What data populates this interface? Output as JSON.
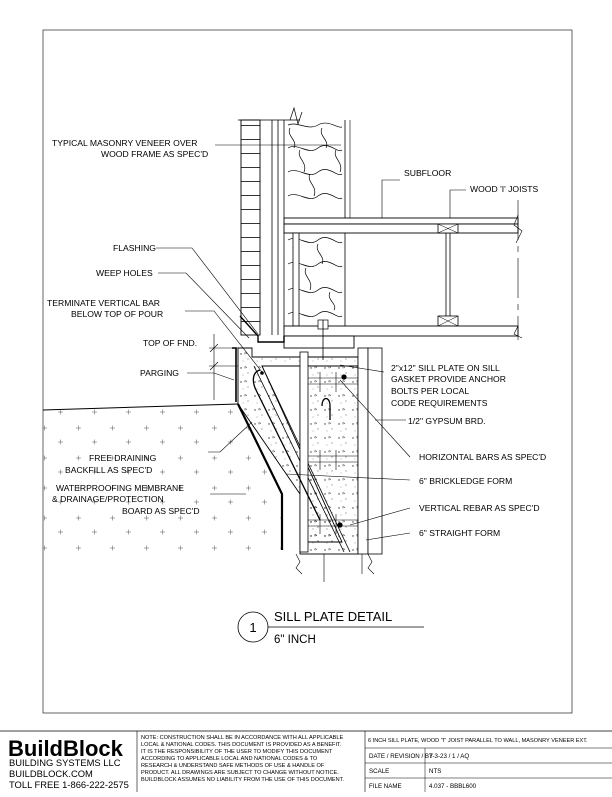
{
  "labels": {
    "masonry_veneer": [
      "TYPICAL MASONRY VENEER OVER",
      "WOOD FRAME AS SPEC'D"
    ],
    "subfloor": "SUBFLOOR",
    "wood_i_joists": "WOOD 'I' JOISTS",
    "flashing": "FLASHING",
    "weep_holes": "WEEP HOLES",
    "terminate_vertical_bar": [
      "TERMINATE VERTICAL BAR",
      "BELOW TOP OF POUR"
    ],
    "top_of_fnd": "TOP OF FND.",
    "parging": "PARGING",
    "sill_plate": [
      "2\"x12\" SILL PLATE ON SILL",
      "GASKET PROVIDE ANCHOR",
      "BOLTS PER LOCAL",
      "CODE REQUIREMENTS"
    ],
    "gypsum": "1/2\" GYPSUM BRD.",
    "free_draining": [
      "FREE DRAINING",
      "BACKFILL AS SPEC'D"
    ],
    "horizontal_bars": "HORIZONTAL BARS AS SPEC'D",
    "brickledge_form": "6\" BRICKLEDGE FORM",
    "waterproofing": [
      "WATERPROOFING MEMBRANE",
      "& DRAINAGE/PROTECTION",
      "BOARD AS SPEC'D"
    ],
    "vertical_rebar": "VERTICAL REBAR AS SPEC'D",
    "straight_form": "6\" STRAIGHT FORM"
  },
  "detail": {
    "number": "1",
    "title": "SILL PLATE DETAIL",
    "subtitle": "6\" INCH"
  },
  "title_block": {
    "logo": "BuildBlock",
    "company": "BUILDING SYSTEMS LLC",
    "website": "BUILDBLOCK.COM",
    "phone": "TOLL FREE 1-866-222-2575",
    "note": [
      "NOTE: CONSTRUCTION SHALL BE IN ACCORDANCE WITH ALL APPLICABLE",
      "LOCAL & NATIONAL CODES. THIS DOCUMENT IS PROVIDED AS A BENEFIT.",
      "IT IS THE RESPONSIBILITY OF THE USER TO MODIFY THIS DOCUMENT",
      "ACCORDING TO APPLICABLE LOCAL AND NATIONAL CODES & TO",
      "RESEARCH & UNDERSTAND SAFE METHODS OF USE & HANDLE OF",
      "PRODUCT. ALL DRAWINGS ARE SUBJECT TO CHANGE WITHOUT NOTICE.",
      "BUILDBLOCK ASSUMES NO LIABILITY FROM THE USE OF THIS DOCUMENT."
    ],
    "drawing_title": "6 INCH SILL PLATE, WOOD \"I\" JOIST PARALLEL TO WALL, MASONRY VENEER EXT.",
    "rows": [
      {
        "key": "DATE / REVISION / BY",
        "value": "7-3-23 / 1 / AQ"
      },
      {
        "key": "SCALE",
        "value": "NTS"
      },
      {
        "key": "FILE NAME",
        "value": "4.037 - BBBL600"
      }
    ]
  }
}
